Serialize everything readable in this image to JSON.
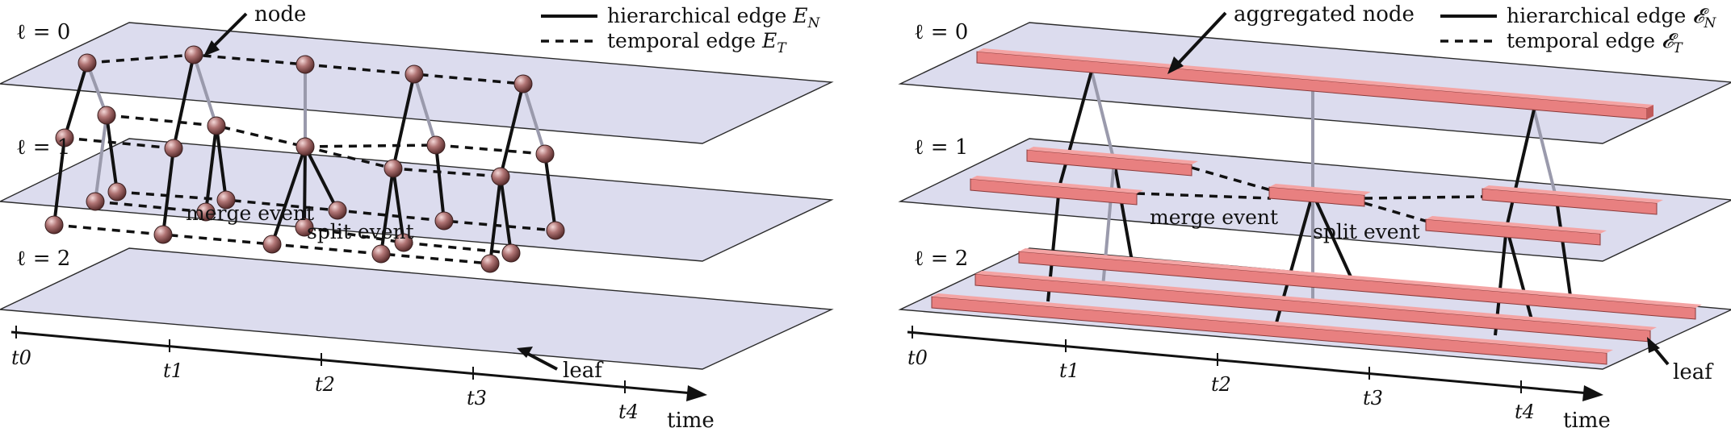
{
  "left_panel": {
    "level_labels": [
      "ℓ = 0",
      "ℓ = 1",
      "ℓ = 2"
    ],
    "callouts": {
      "node": "node",
      "leaf": "leaf",
      "merge": "merge event",
      "split": "split event"
    },
    "legend": {
      "hier": "hierarchical edge ",
      "hier_sym": "E",
      "hier_sub": "N",
      "temp": "temporal edge ",
      "temp_sym": "E",
      "temp_sub": "T"
    },
    "axis": {
      "label": "time",
      "ticks": [
        "t0",
        "t1",
        "t2",
        "t3",
        "t4"
      ]
    }
  },
  "right_panel": {
    "level_labels": [
      "ℓ = 0",
      "ℓ = 1",
      "ℓ = 2"
    ],
    "callouts": {
      "aggregated": "aggregated node",
      "leaf": "leaf",
      "merge": "merge event",
      "split": "split event"
    },
    "legend": {
      "hier": "hierarchical edge ",
      "hier_sym": "𝓔",
      "hier_sub": "N",
      "temp": "temporal edge ",
      "temp_sym": "𝓔",
      "temp_sub": "T"
    },
    "axis": {
      "label": "time",
      "ticks": [
        "t0",
        "t1",
        "t2",
        "t3",
        "t4"
      ]
    }
  },
  "colors": {
    "plane": "#dcdcee",
    "node": "#a86a6a",
    "bar": "#e88080",
    "edge": "#111111",
    "gray_edge": "#9a9aac"
  }
}
